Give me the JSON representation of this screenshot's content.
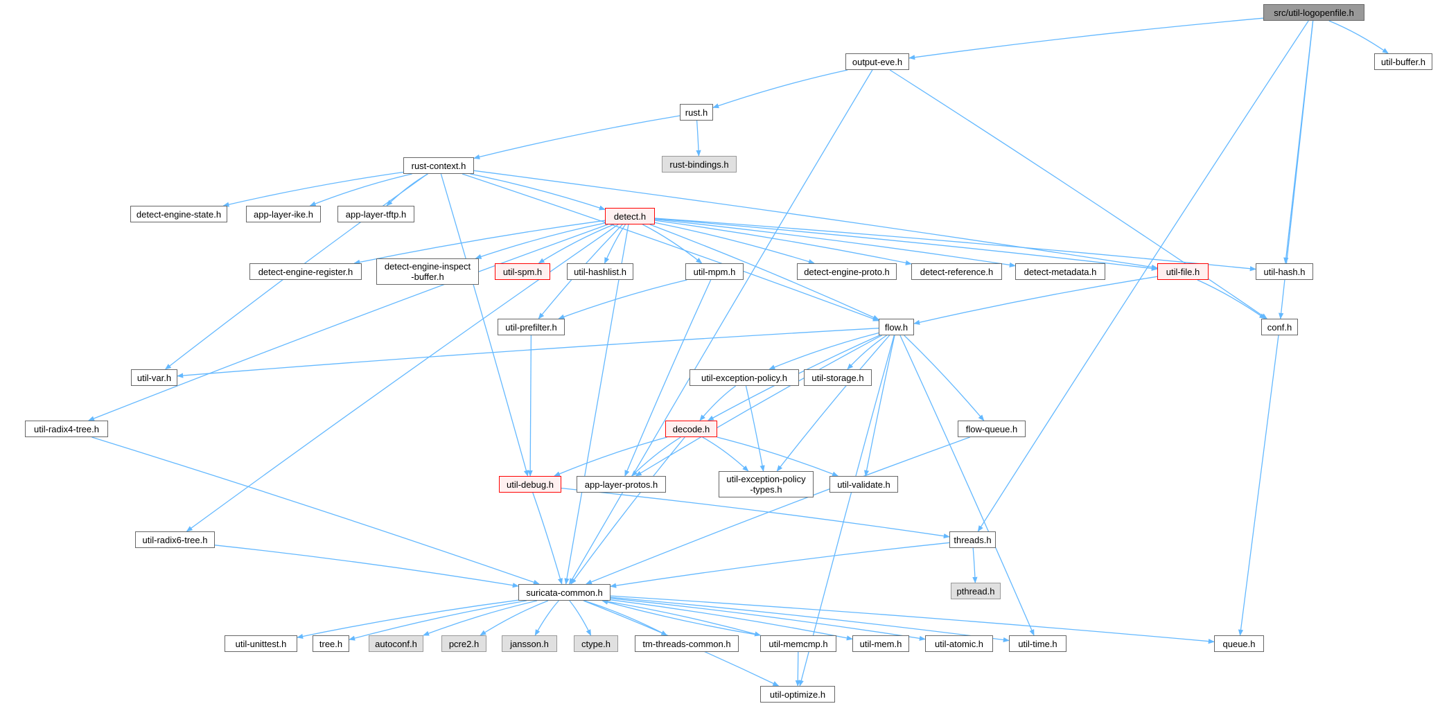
{
  "diagram": {
    "colors": {
      "edge": "#63b8ff",
      "root_fill": "#999999",
      "external_fill": "#e0e0e0",
      "truncated_border": "#ff0000",
      "node_border": "#666666"
    },
    "nodes": [
      {
        "id": "root",
        "label": "src/util-logopenfile.h",
        "kind": "root"
      },
      {
        "id": "output_eve",
        "label": "output-eve.h",
        "kind": "normal"
      },
      {
        "id": "util_buffer",
        "label": "util-buffer.h",
        "kind": "normal"
      },
      {
        "id": "rust",
        "label": "rust.h",
        "kind": "normal"
      },
      {
        "id": "rust_bindings",
        "label": "rust-bindings.h",
        "kind": "external"
      },
      {
        "id": "rust_context",
        "label": "rust-context.h",
        "kind": "normal"
      },
      {
        "id": "detect_engine_state",
        "label": "detect-engine-state.h",
        "kind": "normal"
      },
      {
        "id": "app_layer_ike",
        "label": "app-layer-ike.h",
        "kind": "normal"
      },
      {
        "id": "app_layer_tftp",
        "label": "app-layer-tftp.h",
        "kind": "normal"
      },
      {
        "id": "detect",
        "label": "detect.h",
        "kind": "truncated"
      },
      {
        "id": "detect_engine_register",
        "label": "detect-engine-register.h",
        "kind": "normal"
      },
      {
        "id": "detect_engine_inspect_buffer",
        "label": "detect-engine-inspect\n-buffer.h",
        "kind": "normal"
      },
      {
        "id": "util_spm",
        "label": "util-spm.h",
        "kind": "truncated"
      },
      {
        "id": "util_hashlist",
        "label": "util-hashlist.h",
        "kind": "normal"
      },
      {
        "id": "util_mpm",
        "label": "util-mpm.h",
        "kind": "normal"
      },
      {
        "id": "detect_engine_proto",
        "label": "detect-engine-proto.h",
        "kind": "normal"
      },
      {
        "id": "detect_reference",
        "label": "detect-reference.h",
        "kind": "normal"
      },
      {
        "id": "detect_metadata",
        "label": "detect-metadata.h",
        "kind": "normal"
      },
      {
        "id": "util_file",
        "label": "util-file.h",
        "kind": "truncated"
      },
      {
        "id": "util_hash",
        "label": "util-hash.h",
        "kind": "normal"
      },
      {
        "id": "util_prefilter",
        "label": "util-prefilter.h",
        "kind": "normal"
      },
      {
        "id": "flow",
        "label": "flow.h",
        "kind": "normal"
      },
      {
        "id": "conf",
        "label": "conf.h",
        "kind": "normal"
      },
      {
        "id": "util_var",
        "label": "util-var.h",
        "kind": "normal"
      },
      {
        "id": "util_exception_policy",
        "label": "util-exception-policy.h",
        "kind": "normal"
      },
      {
        "id": "util_storage",
        "label": "util-storage.h",
        "kind": "normal"
      },
      {
        "id": "util_radix4_tree",
        "label": "util-radix4-tree.h",
        "kind": "normal"
      },
      {
        "id": "decode",
        "label": "decode.h",
        "kind": "truncated"
      },
      {
        "id": "flow_queue",
        "label": "flow-queue.h",
        "kind": "normal"
      },
      {
        "id": "util_debug",
        "label": "util-debug.h",
        "kind": "truncated"
      },
      {
        "id": "app_layer_protos",
        "label": "app-layer-protos.h",
        "kind": "normal"
      },
      {
        "id": "util_exception_policy_types",
        "label": "util-exception-policy\n-types.h",
        "kind": "normal"
      },
      {
        "id": "util_validate",
        "label": "util-validate.h",
        "kind": "normal"
      },
      {
        "id": "util_radix6_tree",
        "label": "util-radix6-tree.h",
        "kind": "normal"
      },
      {
        "id": "threads",
        "label": "threads.h",
        "kind": "normal"
      },
      {
        "id": "pthread",
        "label": "pthread.h",
        "kind": "external"
      },
      {
        "id": "suricata_common",
        "label": "suricata-common.h",
        "kind": "normal"
      },
      {
        "id": "util_unittest",
        "label": "util-unittest.h",
        "kind": "normal"
      },
      {
        "id": "tree",
        "label": "tree.h",
        "kind": "normal"
      },
      {
        "id": "autoconf",
        "label": "autoconf.h",
        "kind": "external"
      },
      {
        "id": "pcre2",
        "label": "pcre2.h",
        "kind": "external"
      },
      {
        "id": "jansson",
        "label": "jansson.h",
        "kind": "external"
      },
      {
        "id": "ctype",
        "label": "ctype.h",
        "kind": "external"
      },
      {
        "id": "tm_threads_common",
        "label": "tm-threads-common.h",
        "kind": "normal"
      },
      {
        "id": "util_memcmp",
        "label": "util-memcmp.h",
        "kind": "normal"
      },
      {
        "id": "util_mem",
        "label": "util-mem.h",
        "kind": "normal"
      },
      {
        "id": "util_atomic",
        "label": "util-atomic.h",
        "kind": "normal"
      },
      {
        "id": "util_time",
        "label": "util-time.h",
        "kind": "normal"
      },
      {
        "id": "queue",
        "label": "queue.h",
        "kind": "normal"
      },
      {
        "id": "util_optimize",
        "label": "util-optimize.h",
        "kind": "normal"
      }
    ],
    "edges": [
      [
        "root",
        "output_eve"
      ],
      [
        "root",
        "util_buffer"
      ],
      [
        "root",
        "util_hash"
      ],
      [
        "root",
        "conf"
      ],
      [
        "root",
        "threads"
      ],
      [
        "output_eve",
        "rust"
      ],
      [
        "output_eve",
        "suricata_common"
      ],
      [
        "output_eve",
        "conf"
      ],
      [
        "rust",
        "rust_bindings"
      ],
      [
        "rust",
        "rust_context"
      ],
      [
        "rust_context",
        "detect_engine_state"
      ],
      [
        "rust_context",
        "app_layer_ike"
      ],
      [
        "rust_context",
        "app_layer_tftp"
      ],
      [
        "rust_context",
        "detect"
      ],
      [
        "rust_context",
        "util_file"
      ],
      [
        "rust_context",
        "flow"
      ],
      [
        "rust_context",
        "util_var"
      ],
      [
        "rust_context",
        "util_debug"
      ],
      [
        "detect",
        "detect_engine_register"
      ],
      [
        "detect",
        "detect_engine_inspect_buffer"
      ],
      [
        "detect",
        "util_spm"
      ],
      [
        "detect",
        "util_hashlist"
      ],
      [
        "detect",
        "util_mpm"
      ],
      [
        "detect",
        "detect_engine_proto"
      ],
      [
        "detect",
        "detect_reference"
      ],
      [
        "detect",
        "detect_metadata"
      ],
      [
        "detect",
        "util_file"
      ],
      [
        "detect",
        "util_hash"
      ],
      [
        "detect",
        "util_prefilter"
      ],
      [
        "detect",
        "flow"
      ],
      [
        "detect",
        "util_radix4_tree"
      ],
      [
        "detect",
        "util_radix6_tree"
      ],
      [
        "detect",
        "suricata_common"
      ],
      [
        "util_mpm",
        "util_prefilter"
      ],
      [
        "util_mpm",
        "app_layer_protos"
      ],
      [
        "util_file",
        "flow"
      ],
      [
        "util_file",
        "conf"
      ],
      [
        "util_prefilter",
        "util_debug"
      ],
      [
        "flow",
        "util_var"
      ],
      [
        "flow",
        "util_exception_policy"
      ],
      [
        "flow",
        "util_storage"
      ],
      [
        "flow",
        "decode"
      ],
      [
        "flow",
        "flow_queue"
      ],
      [
        "flow",
        "app_layer_protos"
      ],
      [
        "flow",
        "util_exception_policy_types"
      ],
      [
        "flow",
        "util_validate"
      ],
      [
        "flow",
        "util_time"
      ],
      [
        "flow",
        "util_optimize"
      ],
      [
        "conf",
        "queue"
      ],
      [
        "util_exception_policy",
        "decode"
      ],
      [
        "util_exception_policy",
        "util_exception_policy_types"
      ],
      [
        "decode",
        "util_debug"
      ],
      [
        "decode",
        "app_layer_protos"
      ],
      [
        "decode",
        "util_exception_policy_types"
      ],
      [
        "decode",
        "util_validate"
      ],
      [
        "decode",
        "suricata_common"
      ],
      [
        "util_radix4_tree",
        "suricata_common"
      ],
      [
        "flow_queue",
        "suricata_common"
      ],
      [
        "util_debug",
        "suricata_common"
      ],
      [
        "util_debug",
        "threads"
      ],
      [
        "util_radix6_tree",
        "suricata_common"
      ],
      [
        "threads",
        "pthread"
      ],
      [
        "threads",
        "suricata_common"
      ],
      [
        "suricata_common",
        "util_unittest"
      ],
      [
        "suricata_common",
        "tree"
      ],
      [
        "suricata_common",
        "autoconf"
      ],
      [
        "suricata_common",
        "pcre2"
      ],
      [
        "suricata_common",
        "jansson"
      ],
      [
        "suricata_common",
        "ctype"
      ],
      [
        "suricata_common",
        "tm_threads_common"
      ],
      [
        "suricata_common",
        "util_memcmp"
      ],
      [
        "suricata_common",
        "util_mem"
      ],
      [
        "suricata_common",
        "util_atomic"
      ],
      [
        "suricata_common",
        "util_time"
      ],
      [
        "suricata_common",
        "queue"
      ],
      [
        "suricata_common",
        "util_optimize"
      ],
      [
        "util_memcmp",
        "suricata_common"
      ],
      [
        "util_memcmp",
        "util_optimize"
      ]
    ]
  }
}
